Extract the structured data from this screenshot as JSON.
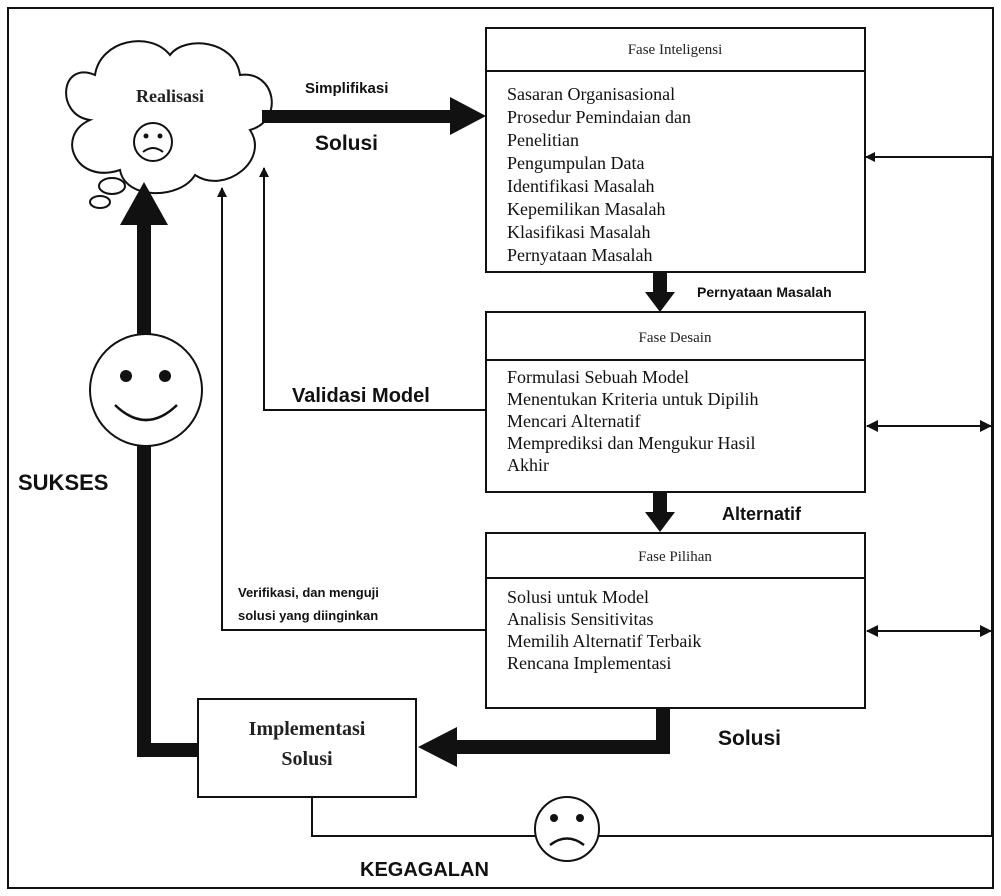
{
  "realisasi": {
    "title": "Realisasi"
  },
  "top_arrow": {
    "label_top": "Simplifikasi",
    "label_bottom": "Solusi"
  },
  "fase_inteligensi": {
    "title": "Fase Inteligensi",
    "items": [
      "Sasaran Organisasional",
      "Prosedur Pemindaian dan",
      "Penelitian",
      "Pengumpulan Data",
      "Identifikasi Masalah",
      "Kepemilikan Masalah",
      "Klasifikasi Masalah",
      "Pernyataan Masalah"
    ]
  },
  "arrow_1_label": "Pernyataan Masalah",
  "fase_desain": {
    "title": "Fase Desain",
    "items": [
      "Formulasi Sebuah Model",
      "Menentukan Kriteria untuk Dipilih",
      "Mencari Alternatif",
      "Memprediksi dan Mengukur Hasil",
      "Akhir"
    ]
  },
  "validasi_label": "Validasi Model",
  "arrow_2_label": "Alternatif",
  "fase_pilihan": {
    "title": "Fase Pilihan",
    "items": [
      "Solusi untuk Model",
      "Analisis Sensitivitas",
      "Memilih Alternatif Terbaik",
      "Rencana Implementasi"
    ]
  },
  "verifikasi_label": [
    "Verifikasi, dan menguji",
    "solusi yang diinginkan"
  ],
  "solusi_label": "Solusi",
  "implementasi": {
    "lines": [
      "Implementasi",
      "Solusi"
    ]
  },
  "sukses_label": "SUKSES",
  "kegagalan_label": "KEGAGALAN"
}
